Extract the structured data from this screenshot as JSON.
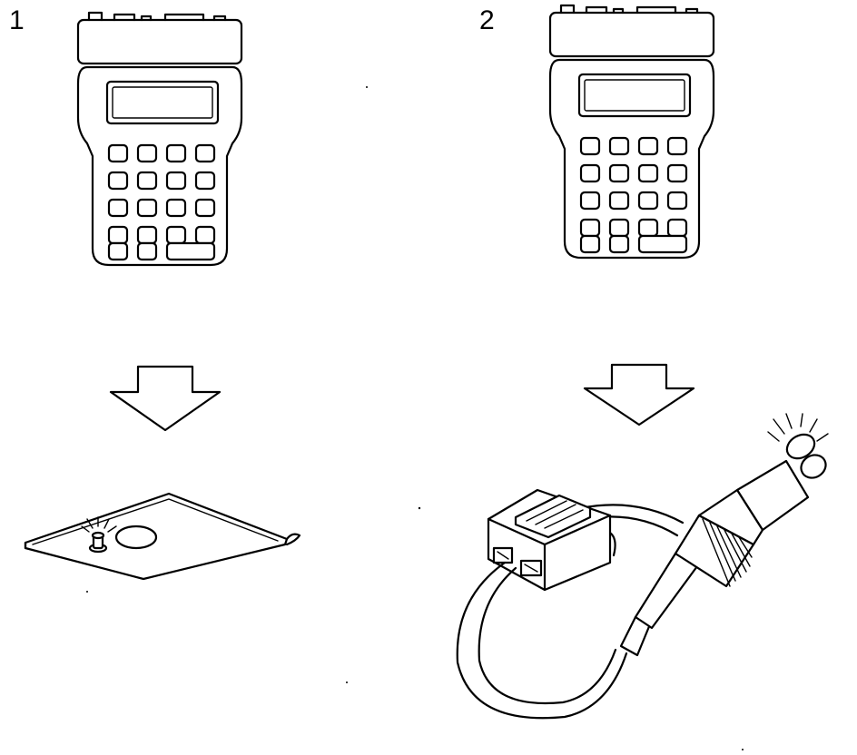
{
  "steps": [
    {
      "number": "1",
      "target": "body-ground-point"
    },
    {
      "number": "2",
      "target": "connector-with-test-lamp"
    }
  ],
  "icons": [
    "scan-tool-icon",
    "down-arrow-icon",
    "ground-plate-icon",
    "connector-icon",
    "test-lamp-icon"
  ],
  "colors": {
    "line": "#000000",
    "background": "#ffffff"
  }
}
